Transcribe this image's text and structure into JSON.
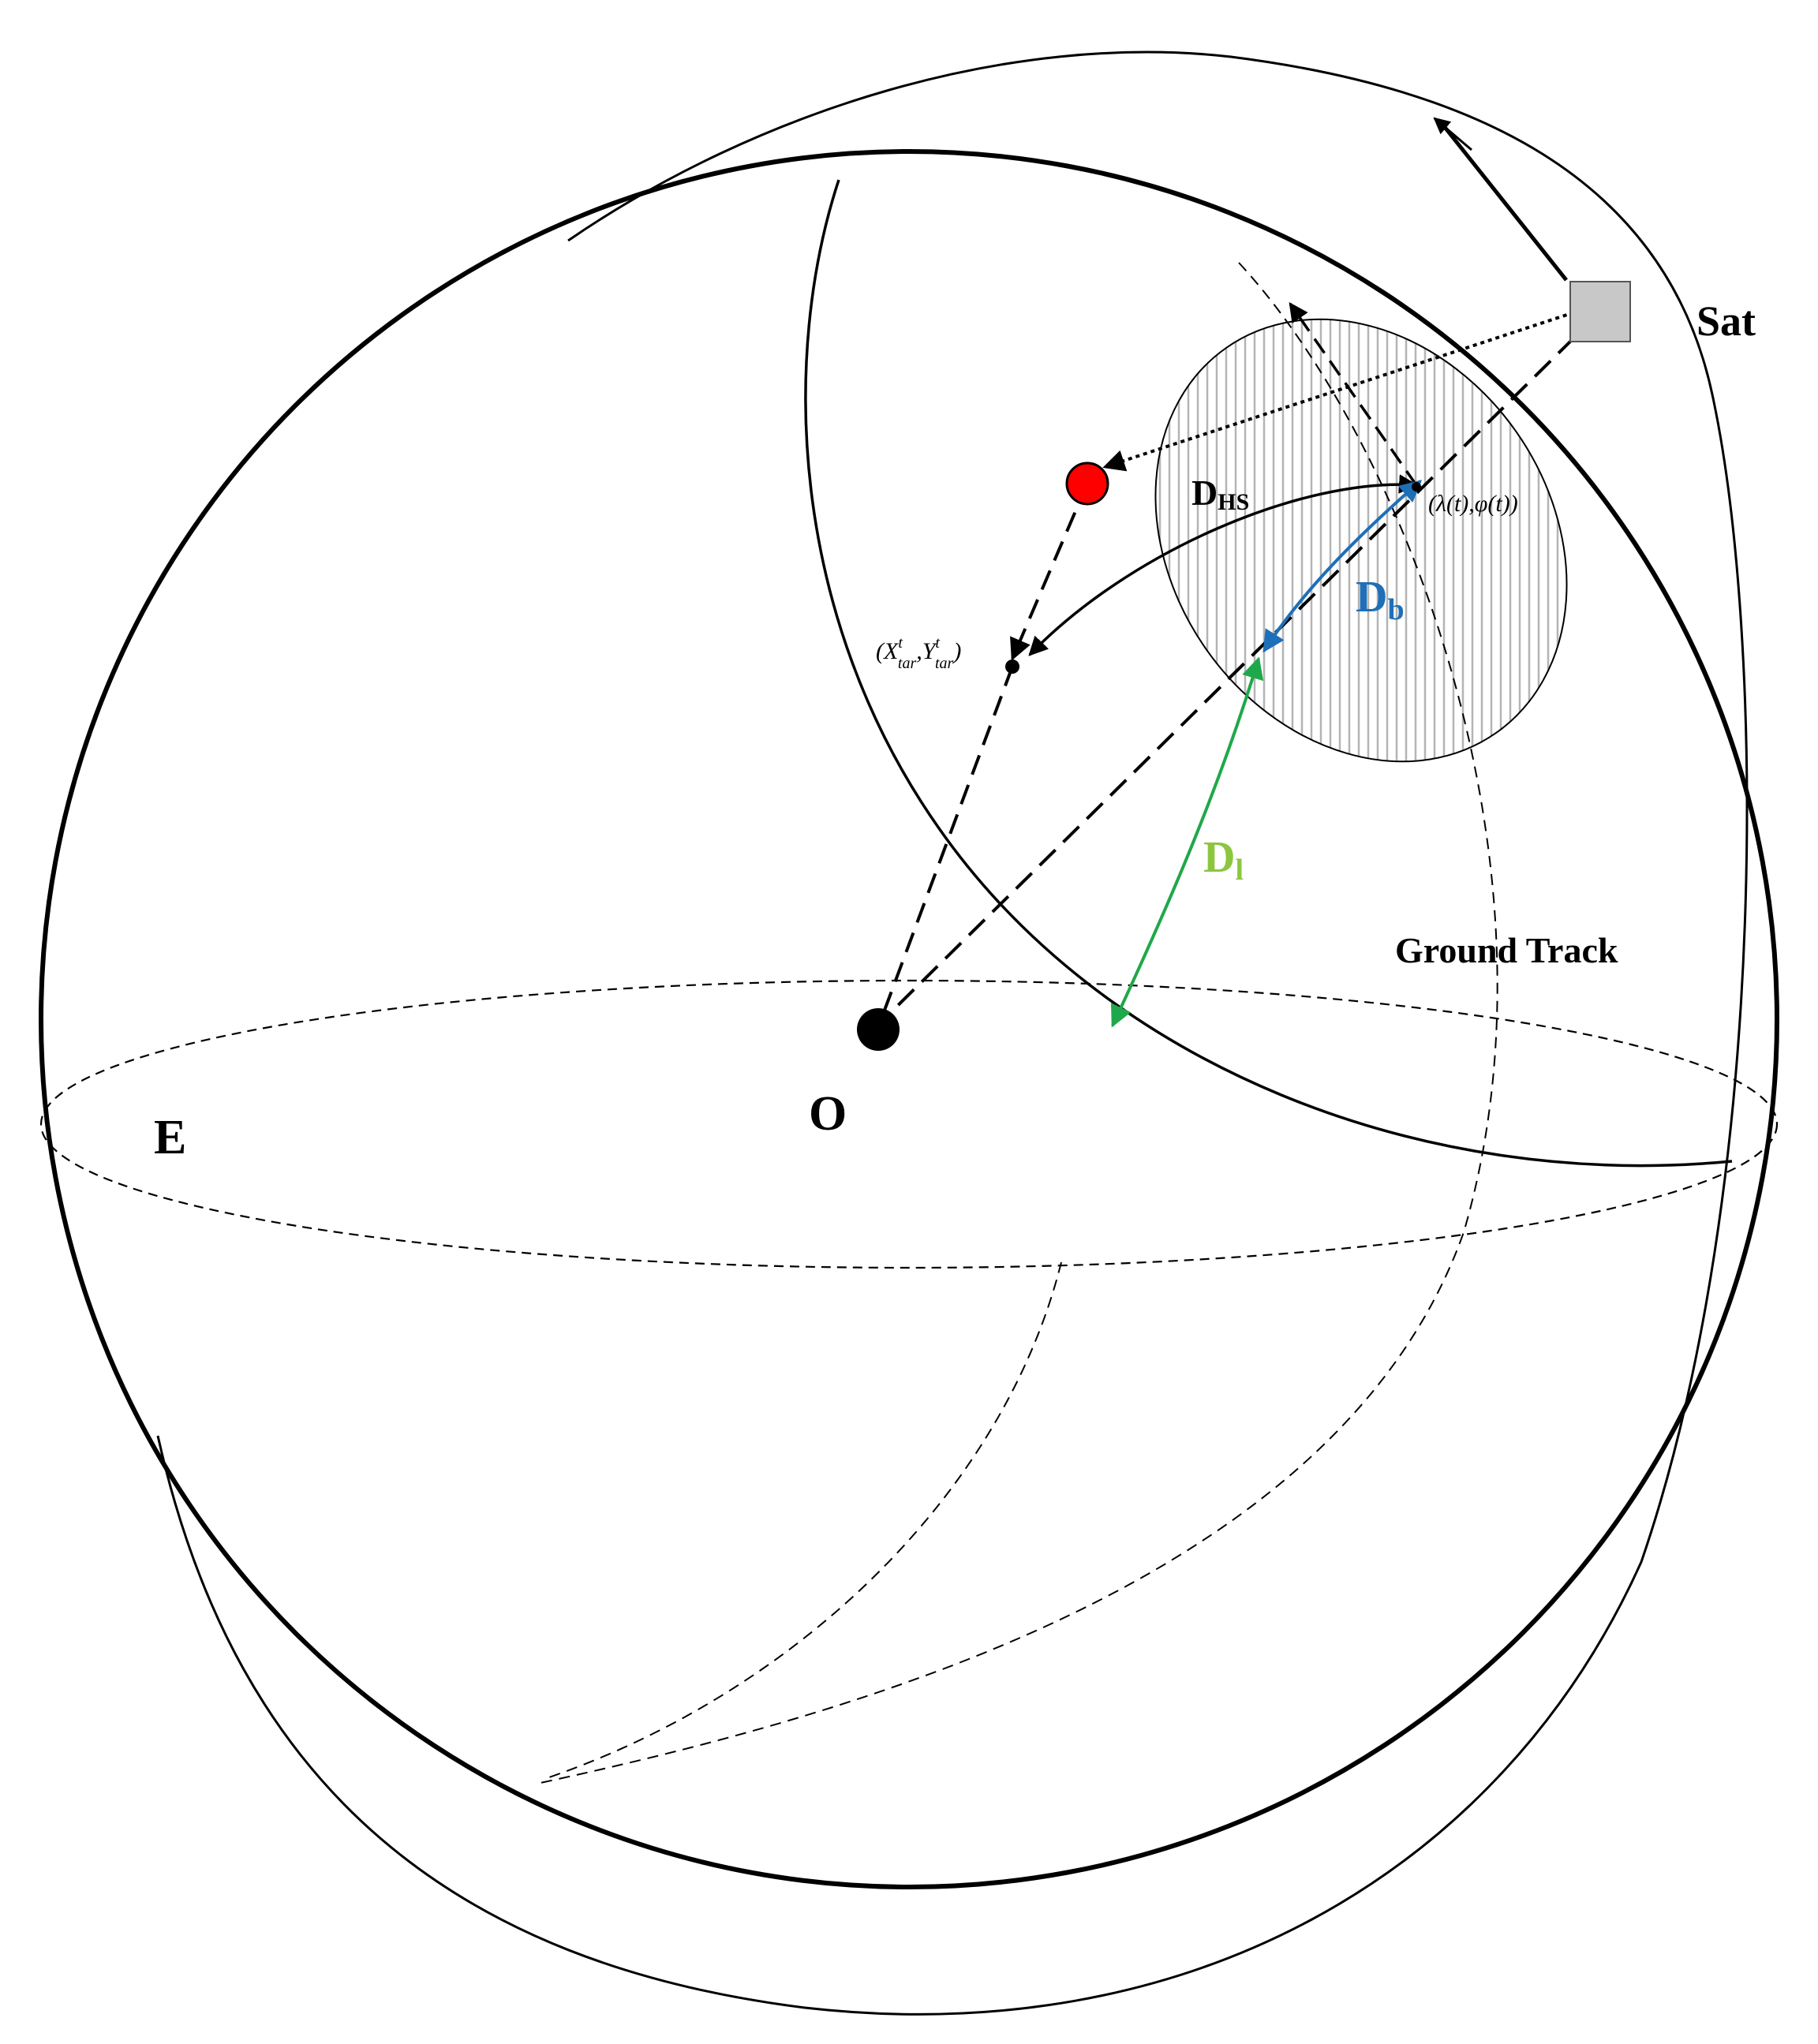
{
  "labels": {
    "sat": "Sat",
    "earth": "E",
    "origin": "O",
    "ground_track": "Ground Track",
    "d_hs_main": "D",
    "d_hs_sub": "HS",
    "d_b_main": "D",
    "d_b_sub": "b",
    "d_l_main": "D",
    "d_l_sub": "l",
    "subpoint_coord": "(λ(t),φ(t))",
    "target_open": "(X",
    "target_sup1": "t",
    "target_sub1": "tar",
    "target_mid": ",Y",
    "target_sup2": "t",
    "target_sub2": "tar",
    "target_close": ")"
  },
  "colors": {
    "line": "#000000",
    "target_point": "#ff0000",
    "d_b": "#1f6fb8",
    "d_l_arrow": "#1fa84a",
    "d_l_text": "#8cc63f",
    "satellite_fill": "#c8c8c8",
    "hatch": "#b4b4b4"
  }
}
